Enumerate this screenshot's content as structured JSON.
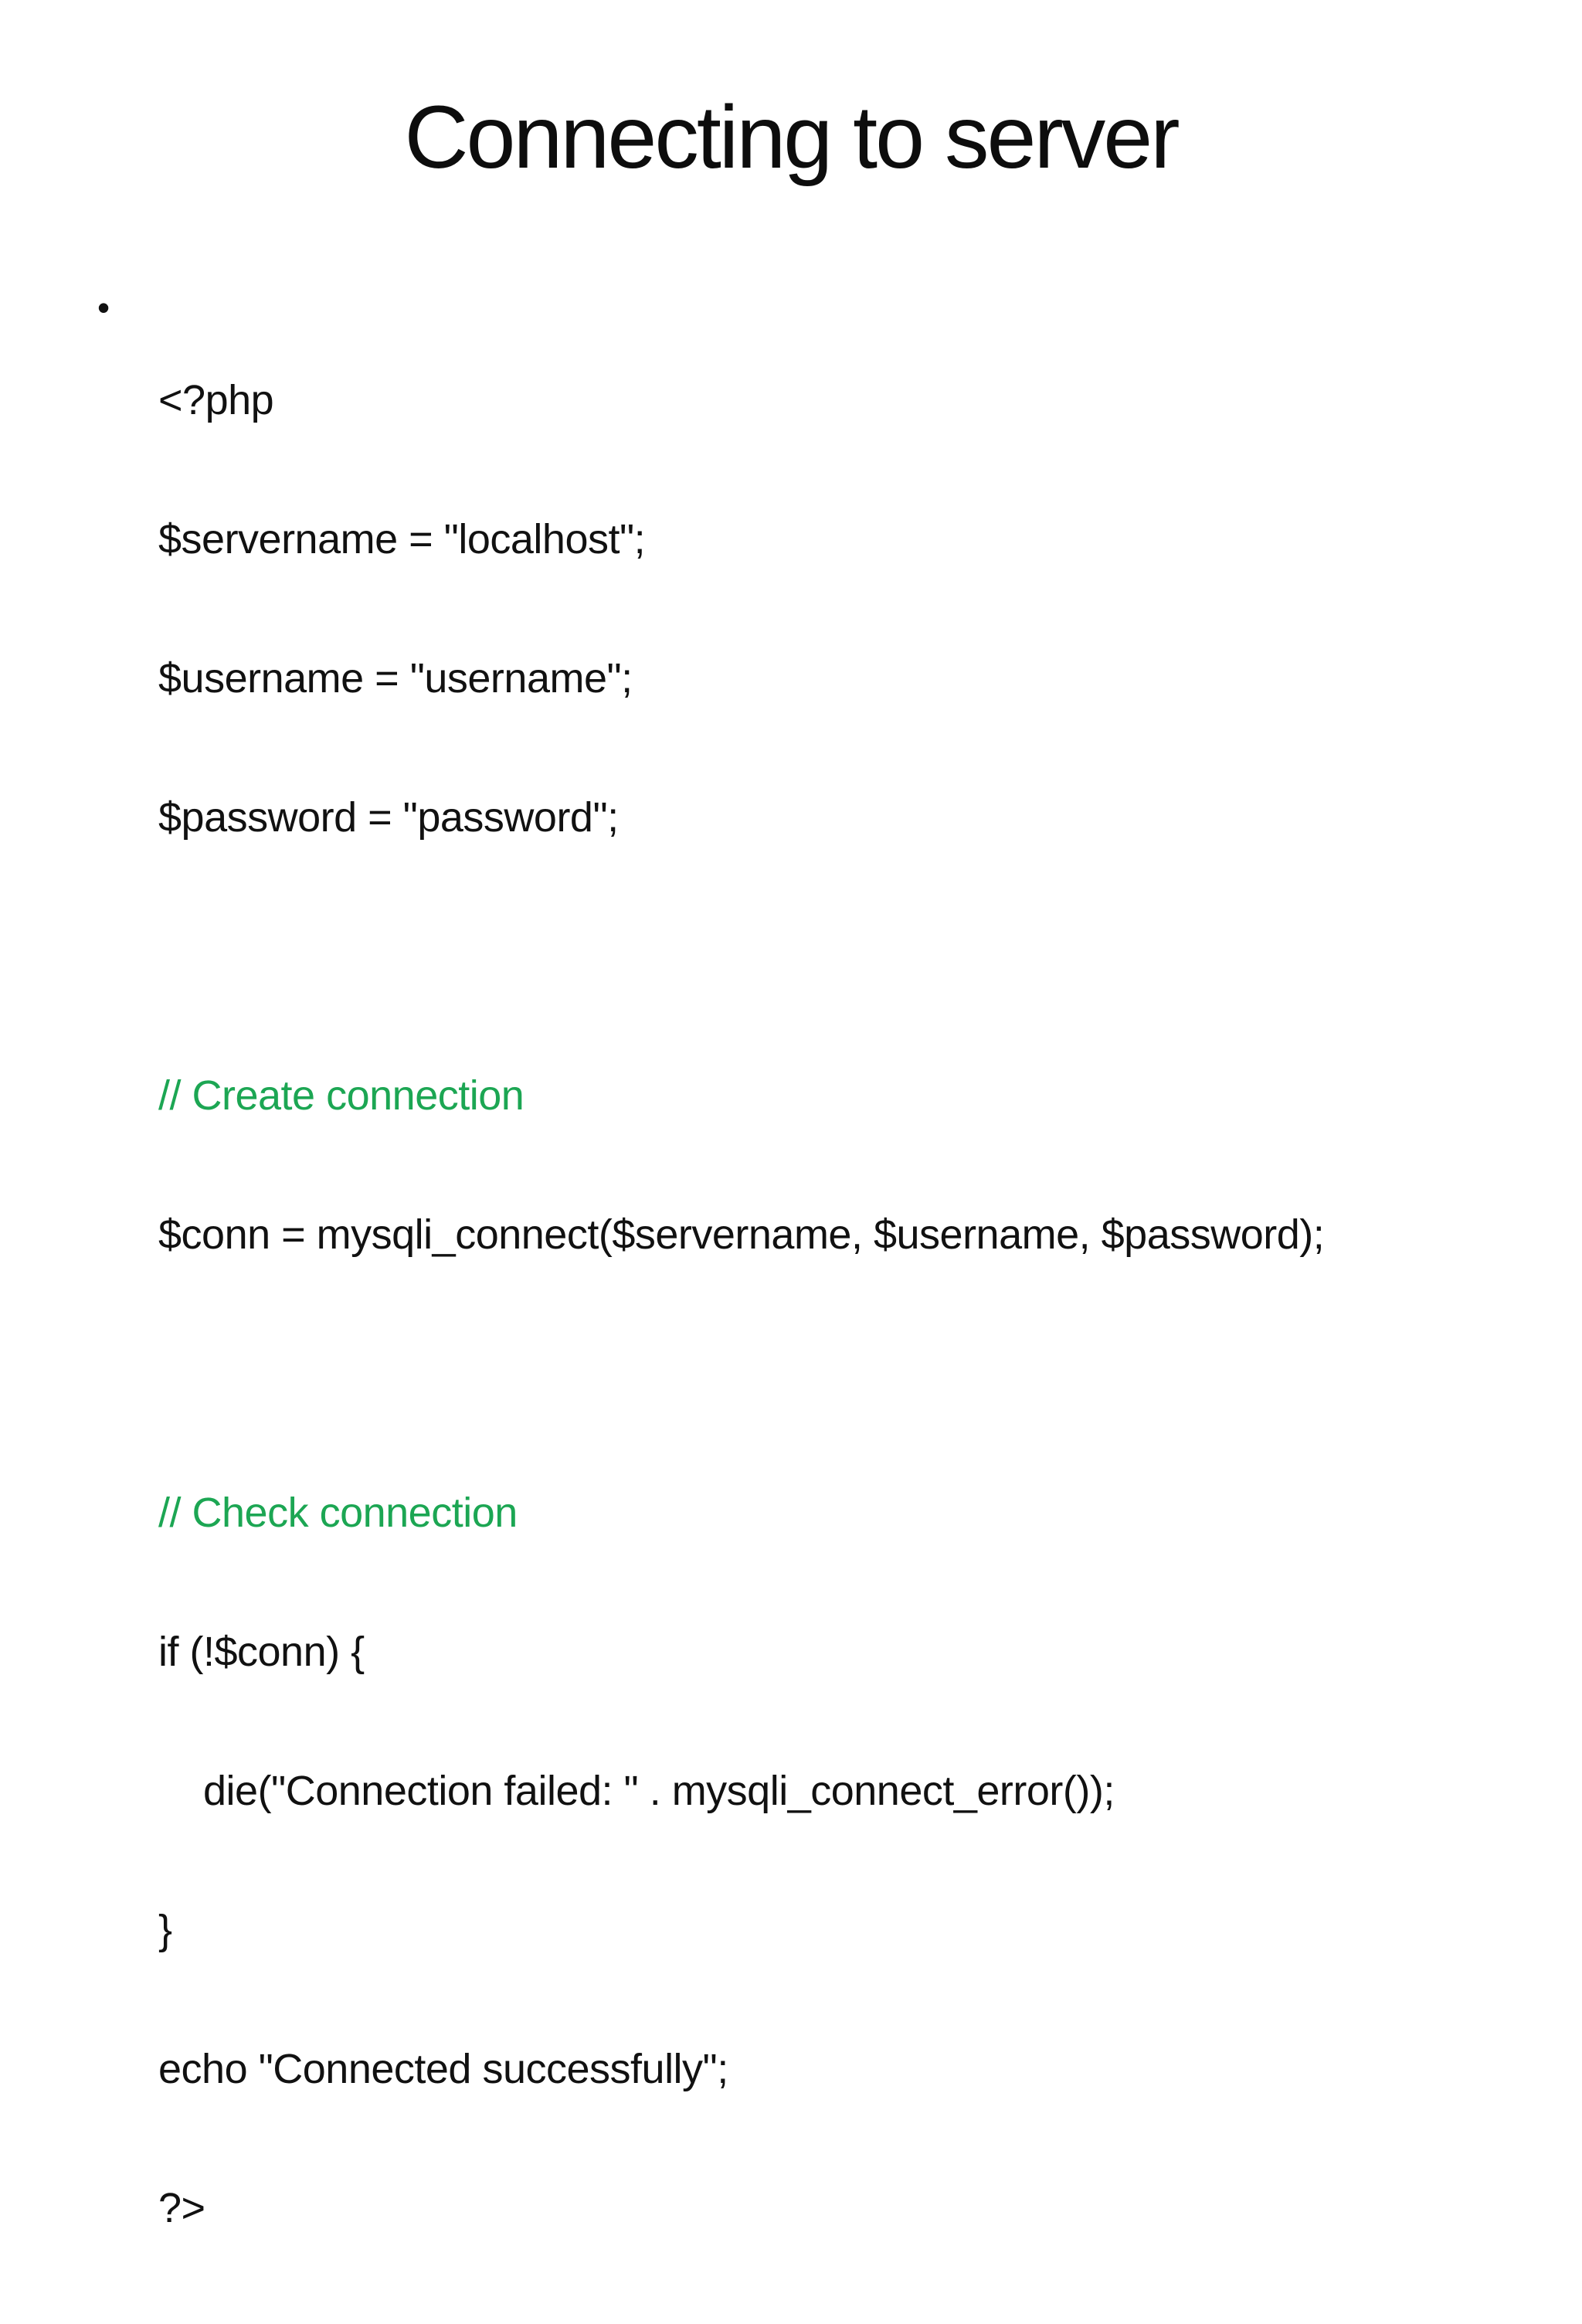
{
  "slide": {
    "title": "Connecting to server",
    "bullet_marker": "•",
    "code": {
      "lines": [
        {
          "text": "<?php",
          "type": "code"
        },
        {
          "text": "$servername = \"localhost\";",
          "type": "code"
        },
        {
          "text": "$username = \"username\";",
          "type": "code"
        },
        {
          "text": "$password = \"password\";",
          "type": "code"
        },
        {
          "text": "",
          "type": "blank"
        },
        {
          "text": "// Create connection",
          "type": "comment"
        },
        {
          "text": "$conn = mysqli_connect($servername, $username, $password);",
          "type": "code"
        },
        {
          "text": "",
          "type": "blank"
        },
        {
          "text": "// Check connection",
          "type": "comment"
        },
        {
          "text": "if (!$conn) {",
          "type": "code"
        },
        {
          "text": "    die(\"Connection failed: \" . mysqli_connect_error());",
          "type": "code"
        },
        {
          "text": "}",
          "type": "code"
        },
        {
          "text": "echo \"Connected successfully\";",
          "type": "code"
        },
        {
          "text": "?>",
          "type": "code"
        }
      ]
    },
    "colors": {
      "background": "#ffffff",
      "text": "#111111",
      "comment_green": "#1ca653"
    }
  }
}
